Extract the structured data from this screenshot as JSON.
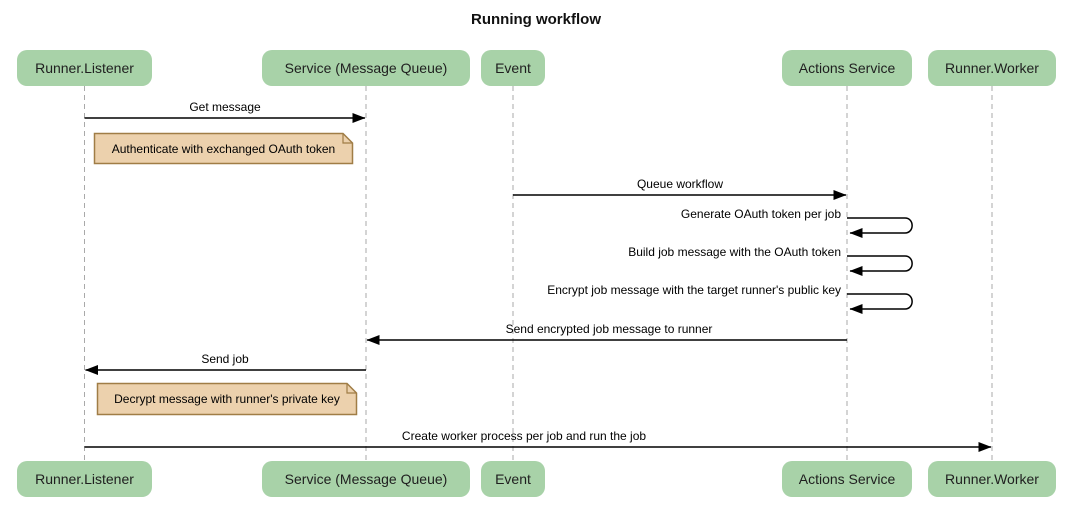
{
  "title": "Running workflow",
  "participants": [
    {
      "id": "runner-listener",
      "label": "Runner.Listener"
    },
    {
      "id": "service-message-queue",
      "label": "Service (Message Queue)"
    },
    {
      "id": "event",
      "label": "Event"
    },
    {
      "id": "actions-service",
      "label": "Actions Service"
    },
    {
      "id": "runner-worker",
      "label": "Runner.Worker"
    }
  ],
  "messages": [
    {
      "label": "Get message",
      "from": "Runner.Listener",
      "to": "Service (Message Queue)",
      "kind": "arrow"
    },
    {
      "label": "Queue workflow",
      "from": "Event",
      "to": "Actions Service",
      "kind": "arrow"
    },
    {
      "label": "Generate OAuth token per job",
      "from": "Actions Service",
      "to": "Actions Service",
      "kind": "self"
    },
    {
      "label": "Build job message with the OAuth token",
      "from": "Actions Service",
      "to": "Actions Service",
      "kind": "self"
    },
    {
      "label": "Encrypt job message with the target runner's public key",
      "from": "Actions Service",
      "to": "Actions Service",
      "kind": "self"
    },
    {
      "label": "Send encrypted job message to runner",
      "from": "Actions Service",
      "to": "Service (Message Queue)",
      "kind": "arrow"
    },
    {
      "label": "Send job",
      "from": "Service (Message Queue)",
      "to": "Runner.Listener",
      "kind": "arrow"
    },
    {
      "label": "Create worker process per job and run the job",
      "from": "Runner.Listener",
      "to": "Runner.Worker",
      "kind": "arrow"
    }
  ],
  "notes": [
    {
      "label": "Authenticate with exchanged OAuth token",
      "anchor": "Runner.Listener"
    },
    {
      "label": "Decrypt message with runner's private key",
      "anchor": "Runner.Listener"
    }
  ],
  "colors": {
    "participant_fill": "#a8d2a8",
    "participant_text": "#1f1f1f",
    "note_fill": "#ecd1ad",
    "note_border": "#a07d46",
    "lifeline": "#a9a9a9",
    "arrow": "#000000",
    "label_text": "#000000",
    "background": "#ffffff"
  }
}
